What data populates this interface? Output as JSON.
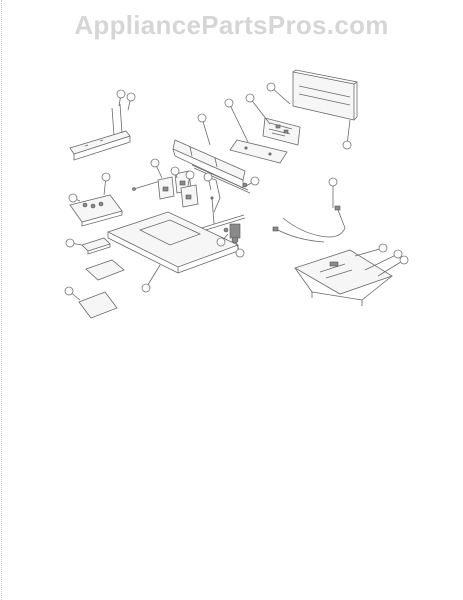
{
  "watermark": "AppliancePartsPros.com",
  "diagram": {
    "parts": [
      {
        "id": "rear-trim-panel"
      },
      {
        "id": "rear-trim-bracket"
      },
      {
        "id": "control-panel-bracket"
      },
      {
        "id": "manifold-pipe-assembly"
      },
      {
        "id": "control-board"
      },
      {
        "id": "board-mounting-plate"
      },
      {
        "id": "burner-valve-left"
      },
      {
        "id": "burner-valve-right"
      },
      {
        "id": "gas-valve-regulator"
      },
      {
        "id": "electrode-tube"
      },
      {
        "id": "wire-harness"
      },
      {
        "id": "terminal-block-bracket"
      },
      {
        "id": "main-top-panel"
      },
      {
        "id": "insulation-pad-small"
      },
      {
        "id": "insulation-pad-medium"
      },
      {
        "id": "insulation-pad-large"
      },
      {
        "id": "lower-access-panel"
      }
    ]
  }
}
